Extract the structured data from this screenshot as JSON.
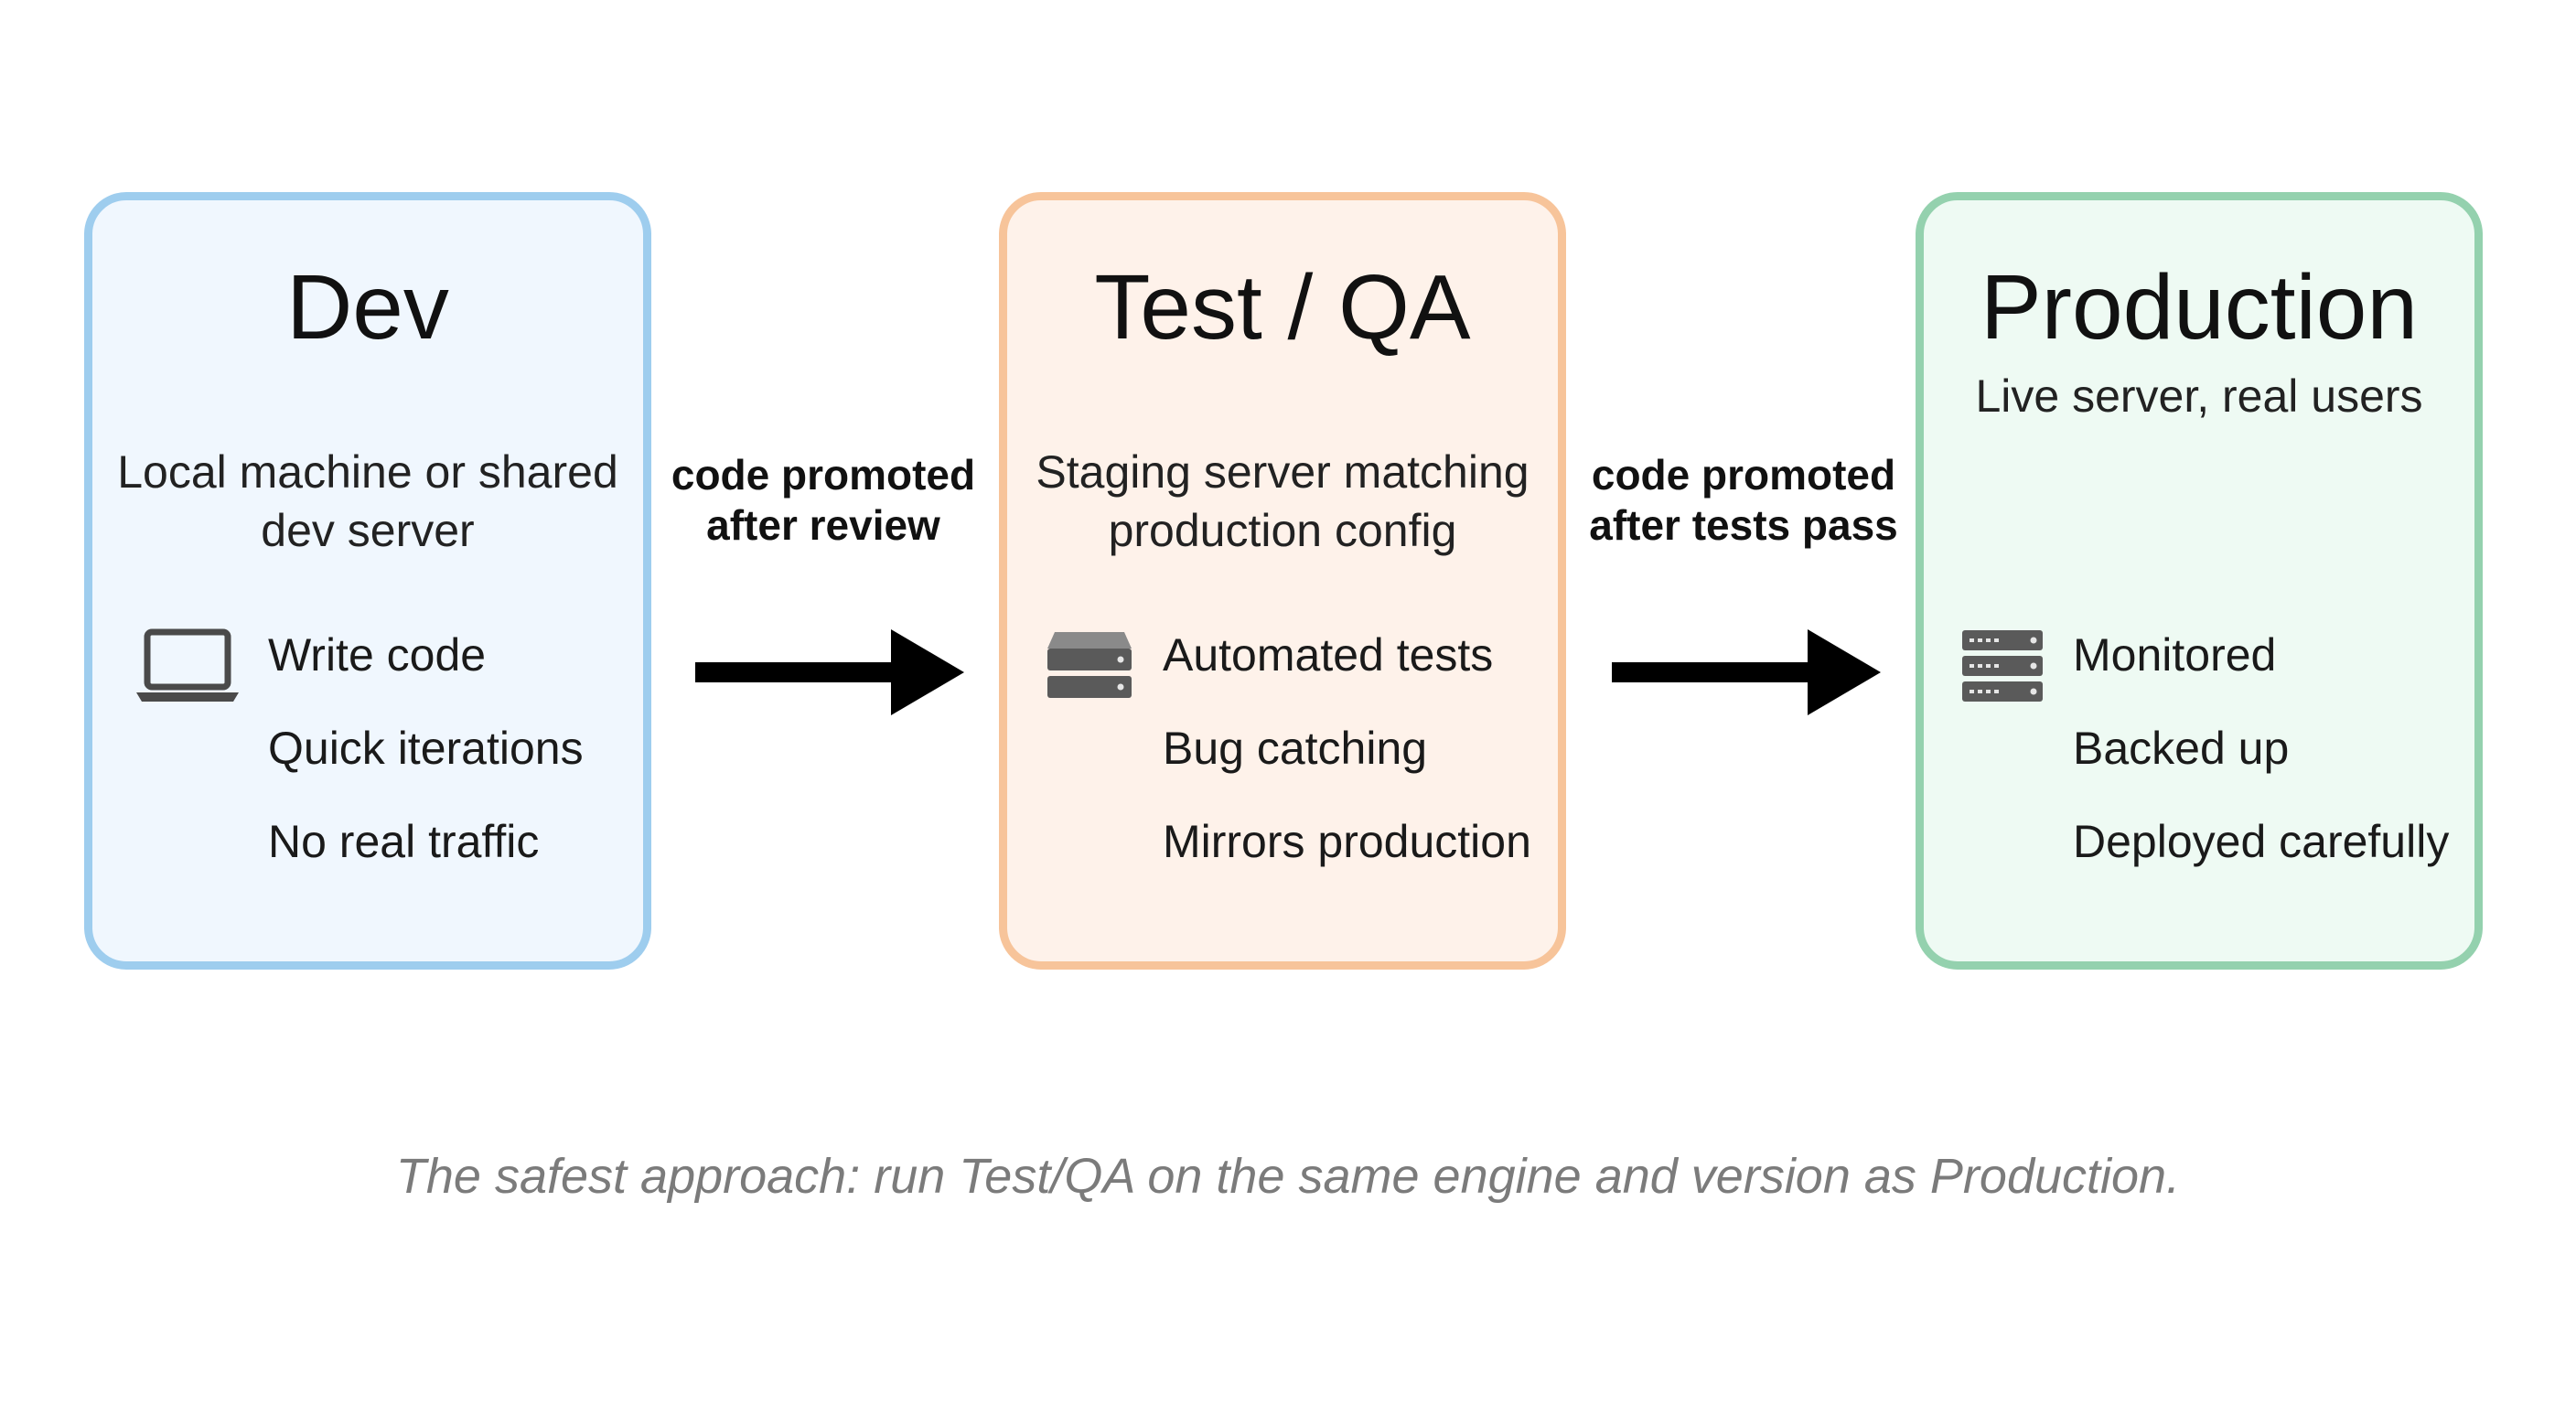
{
  "stages": {
    "dev": {
      "title": "Dev",
      "description": "Local machine or shared dev server",
      "icon": "laptop-icon",
      "features": [
        "Write code",
        "Quick iterations",
        "No real traffic"
      ]
    },
    "test": {
      "title": "Test / QA",
      "description": "Staging server matching production config",
      "icon": "server-icon",
      "features": [
        "Automated tests",
        "Bug catching",
        "Mirrors production"
      ]
    },
    "prod": {
      "title": "Production",
      "description": "Live server, real users",
      "icon": "server-rack-icon",
      "features": [
        "Monitored",
        "Backed up",
        "Deployed carefully"
      ]
    }
  },
  "connectors": {
    "dev_to_test": "code promoted after review",
    "test_to_prod": "code promoted after tests pass"
  },
  "footnote": "The safest approach: run Test/QA on the same engine and version as Production.",
  "colors": {
    "dev_border": "#9ecdee",
    "dev_fill": "#f0f7fe",
    "test_border": "#f7c49a",
    "test_fill": "#fef2ea",
    "prod_border": "#94d1ae",
    "prod_fill": "#eefaf3",
    "arrow": "#000000",
    "footnote": "#7b7b7b"
  }
}
